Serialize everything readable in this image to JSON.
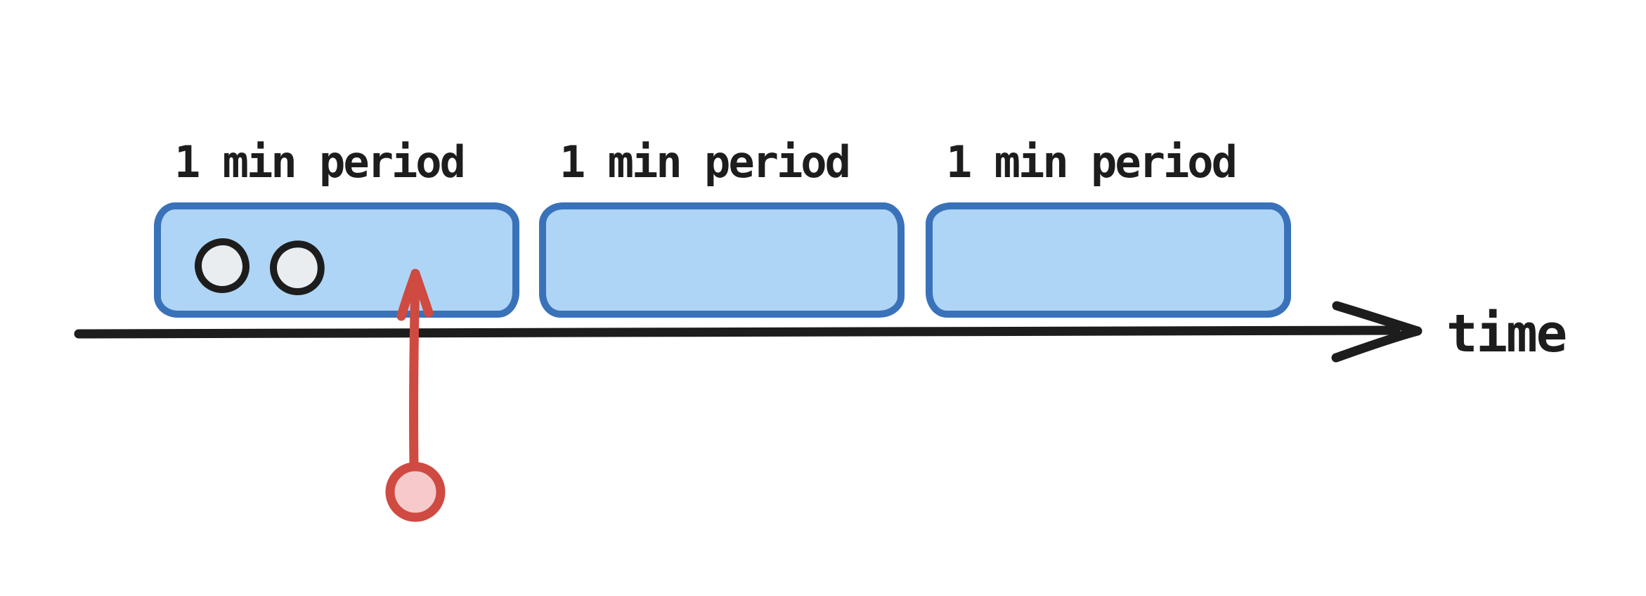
{
  "diagram": {
    "axis_label": "time",
    "periods": [
      {
        "label": "1 min period",
        "event_count": 2
      },
      {
        "label": "1 min period",
        "event_count": 0
      },
      {
        "label": "1 min period",
        "event_count": 0
      }
    ],
    "marker": {
      "shape": "arrow-up-from-circle",
      "points_to_period": 1
    }
  },
  "icons": {
    "event_dot": "circle-glyph",
    "axis_arrow": "right-arrow-icon",
    "marker_arrow": "up-arrow-icon"
  },
  "colors": {
    "background": "#ffffff",
    "ink": "#1d1d1d",
    "box-stroke": "#3a72ba",
    "box-fill": "#aed5f5",
    "event-fill": "#e9edef",
    "marker-stroke": "#cf4a41",
    "marker-fill": "#f6caca"
  }
}
